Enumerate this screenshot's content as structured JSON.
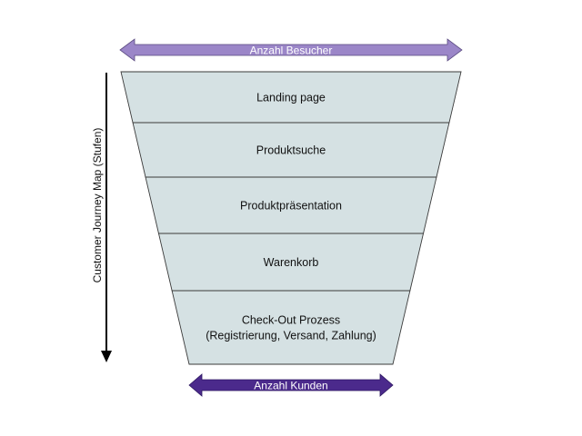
{
  "colors": {
    "funnel_fill": "#d5e1e3",
    "funnel_stroke": "#3a3a3a",
    "visitors_arrow": "#9b86c8",
    "customers_arrow": "#4b2a8c",
    "axis_arrow": "#000000"
  },
  "top_arrow": {
    "label": "Anzahl Besucher"
  },
  "bottom_arrow": {
    "label": "Anzahl Kunden"
  },
  "axis": {
    "label": "Customer Journey Map (Stufen)"
  },
  "funnel": {
    "stages": [
      {
        "lines": [
          "Landing page"
        ]
      },
      {
        "lines": [
          "Produktsuche"
        ]
      },
      {
        "lines": [
          "Produktpräsentation"
        ]
      },
      {
        "lines": [
          "Warenkorb"
        ]
      },
      {
        "lines": [
          "Check-Out Prozess",
          "(Registrierung, Versand, Zahlung)"
        ]
      }
    ]
  }
}
